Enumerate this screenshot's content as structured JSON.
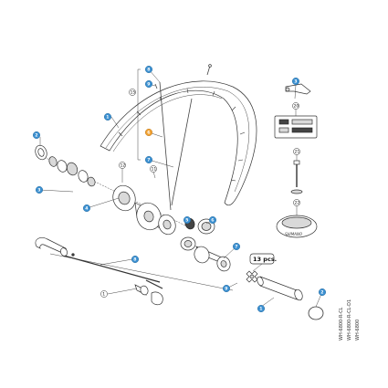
{
  "callouts": {
    "quantity": "13 pcs."
  },
  "side_labels": [
    "WH-6800-R-CL",
    "WH-6800-R-CL-D1",
    "WH-6800"
  ],
  "tire_lever_brand": "SHIMANO",
  "colors": {
    "callout_blue": "#3a8fd0",
    "callout_orange": "#f0a030",
    "line": "#333333"
  },
  "icons": [
    "spoke",
    "rim",
    "hub",
    "quick-release",
    "freehub-body",
    "lock-ring",
    "valve",
    "tire-lever",
    "rim-tape",
    "bearing-cup"
  ]
}
